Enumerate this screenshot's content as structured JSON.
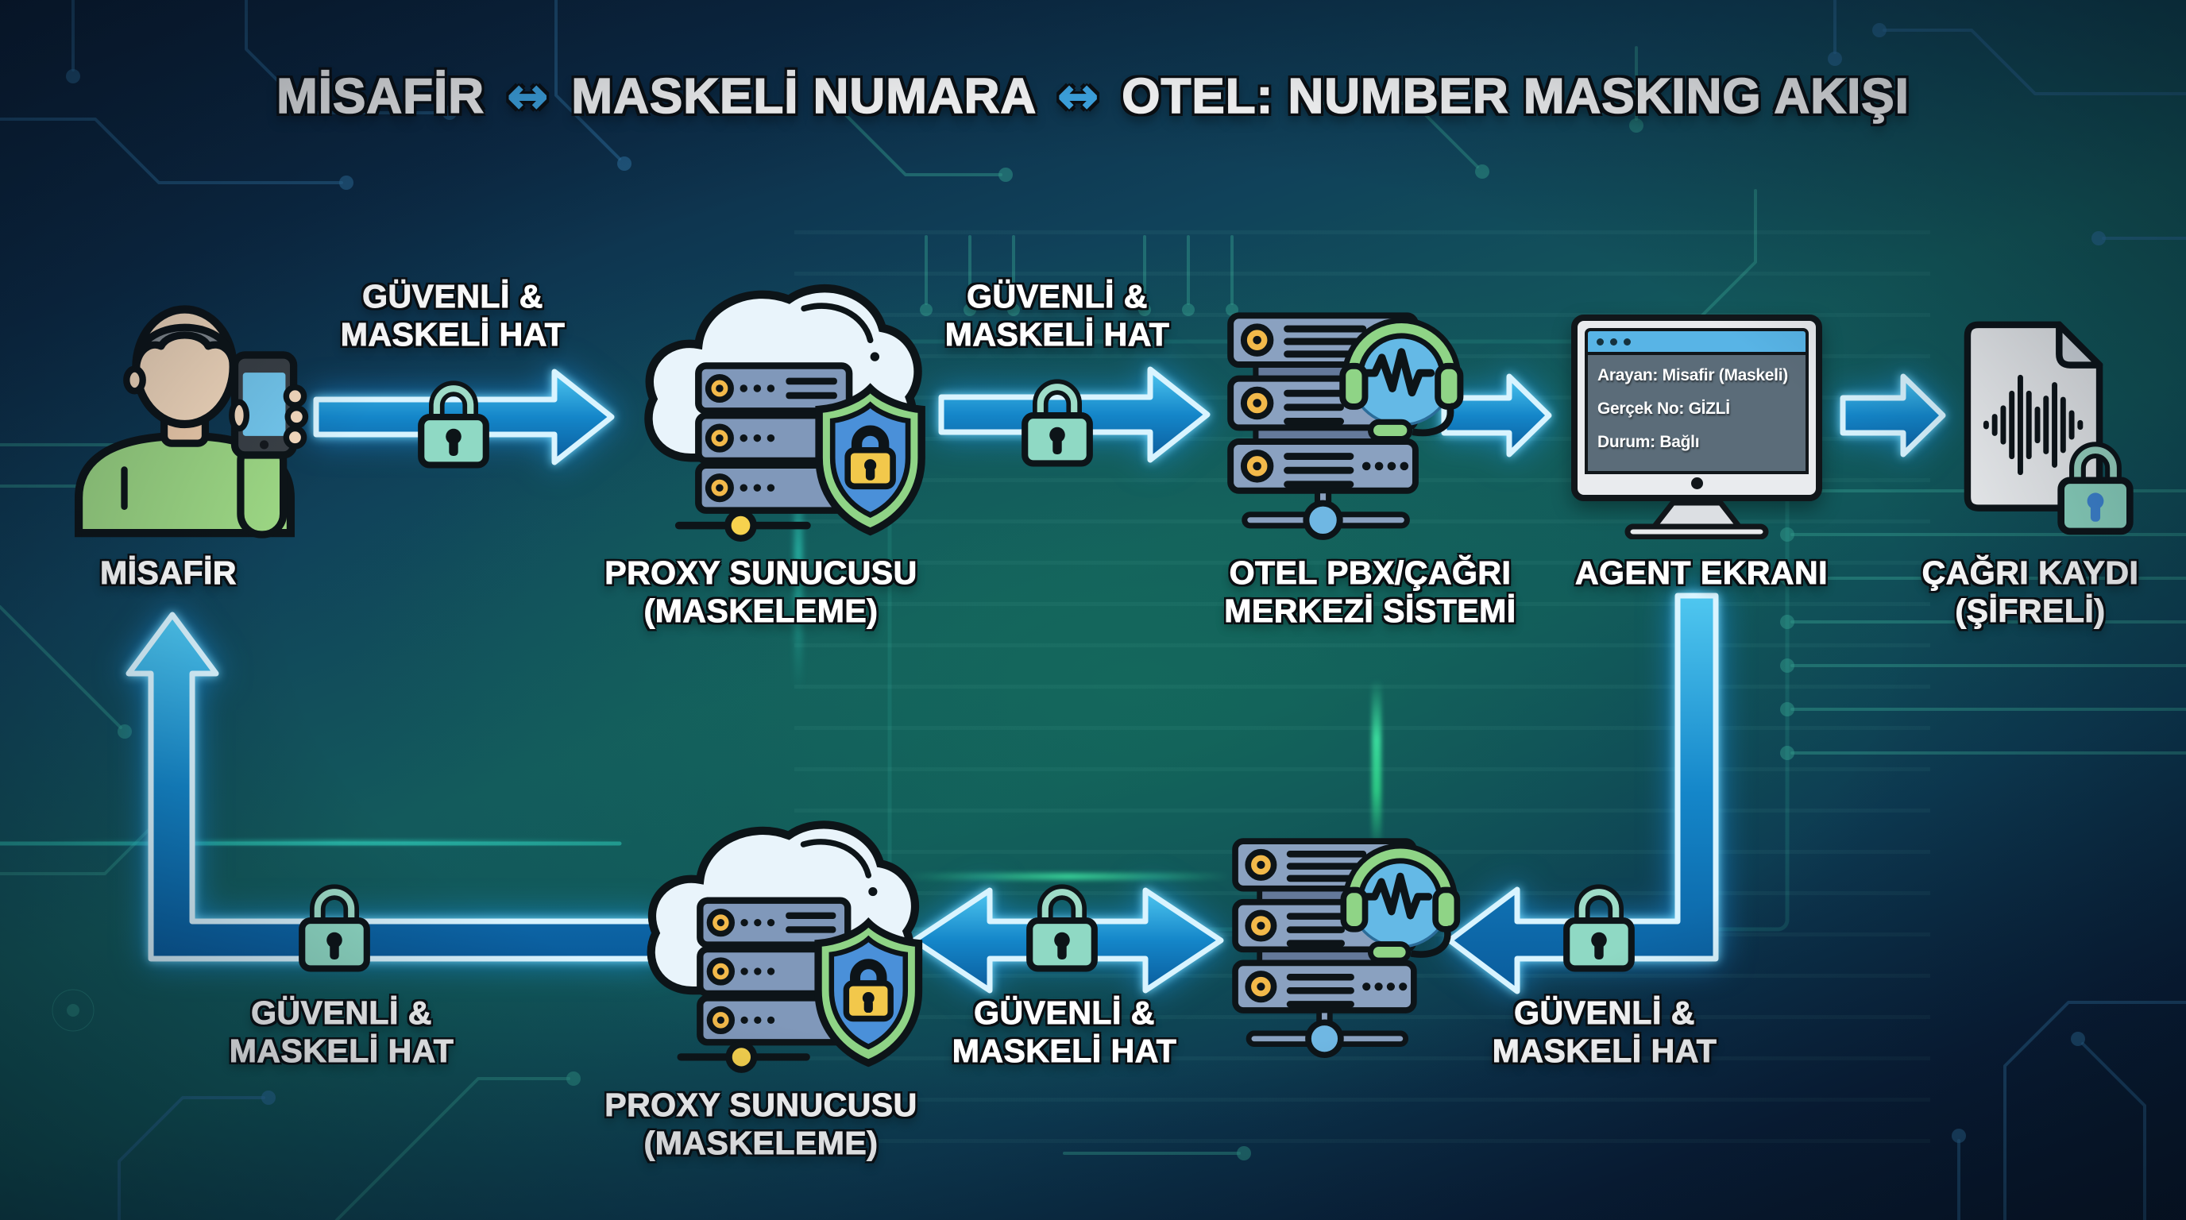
{
  "title": {
    "part_guest": "MİSAFİR",
    "arrow_left": "↔",
    "part_masked": "MASKELİ NUMARA",
    "arrow_right": "↔",
    "part_hotel": "OTEL: NUMBER MASKING AKIŞI"
  },
  "nodes": {
    "guest": {
      "label": "MİSAFİR"
    },
    "proxy_top": {
      "label_line1": "PROXY SUNUCUSU",
      "label_line2": "(MASKELEME)"
    },
    "pbx": {
      "label_line1": "OTEL PBX/ÇAĞRI",
      "label_line2": "MERKEZİ SİSTEMİ"
    },
    "agent": {
      "label": "AGENT EKRANI",
      "screen_lines": [
        "Arayan: Misafir (Maskeli)",
        "Gerçek No: GİZLİ",
        "Durum: Bağlı"
      ]
    },
    "record": {
      "label_line1": "ÇAĞRI KAYDI",
      "label_line2": "(ŞİFRELİ)"
    },
    "proxy_bottom": {
      "label_line1": "PROXY SUNUCUSU",
      "label_line2": "(MASKELEME)"
    }
  },
  "links": {
    "guest_to_proxy": {
      "line1": "GÜVENLİ &",
      "line2": "MASKELİ HAT"
    },
    "proxy_to_pbx": {
      "line1": "GÜVENLİ &",
      "line2": "MASKELİ HAT"
    },
    "agent_to_pbx_return": {
      "line1": "GÜVENLİ &",
      "line2": "MASKELİ HAT"
    },
    "pbx_to_proxy_return": {
      "line1": "GÜVENLİ &",
      "line2": "MASKELİ HAT"
    },
    "proxy_to_guest_return": {
      "line1": "GÜVENLİ &",
      "line2": "MASKELİ HAT"
    }
  },
  "icons": {
    "guest": "guest-with-phone-icon",
    "proxy": "cloud-server-shield-lock-icon",
    "pbx": "server-headset-icon",
    "agent": "desktop-monitor-icon",
    "record": "audio-document-lock-icon",
    "secure_link": "padlock-icon"
  },
  "colors": {
    "background_navy": "#0b2440",
    "background_teal": "#135a5c",
    "arrow_fill_blue": "#1486c9",
    "arrow_glow": "#35c3ff",
    "lock_teal": "#8fd9c4",
    "shield_green": "#8fd486",
    "shield_blue": "#4a90d9",
    "accent_yellow": "#f6c14e",
    "title_arrow_blue": "#3fa9e8",
    "screen_titlebar_blue": "#58b4e6"
  }
}
